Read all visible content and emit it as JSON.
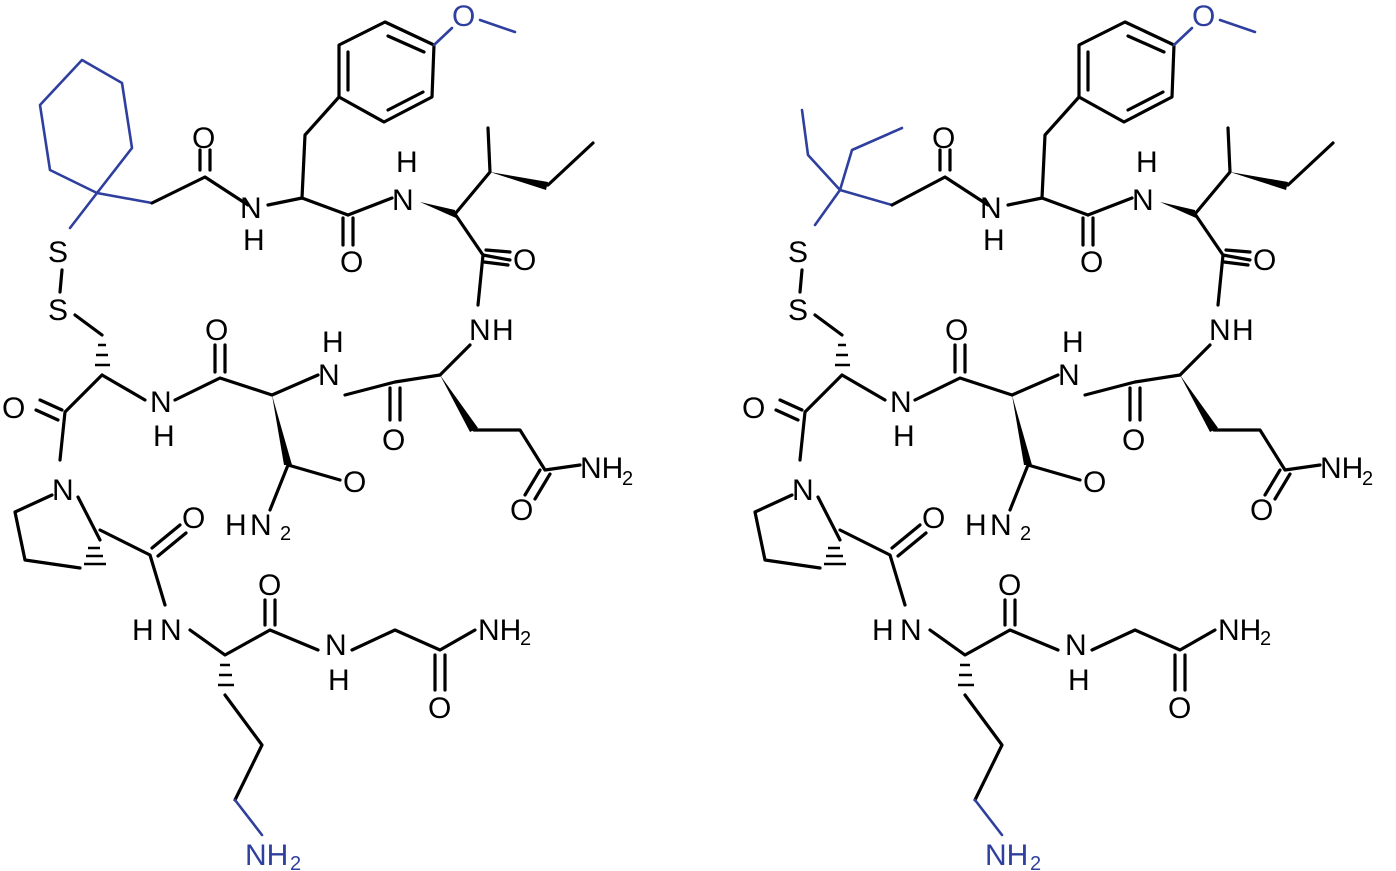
{
  "diagram": {
    "structures": [
      {
        "name": "cyclohexyl-analog",
        "labels": {
          "o_methyl": "O",
          "carbonyl_1": "O",
          "amide_1_n": "N",
          "amide_1_h": "H",
          "amide_2_n": "N",
          "amide_2_h": "H",
          "carbonyl_2": "O",
          "s1": "S",
          "s2": "S",
          "carbonyl_3": "O",
          "amide_3_n": "N",
          "amide_3_h": "H",
          "carbonyl_4": "O",
          "carbonyl_5": "O",
          "amide_4_n": "N",
          "amide_4_h": "H",
          "amide_5_n": "N",
          "amide_5_h": "H",
          "amide_6_n": "N",
          "amide_6_h": "H",
          "carbonyl_6": "O",
          "carbonyl_7": "O",
          "side_amide_o": "O",
          "side_amide_nh2": "NH",
          "side_amide_o2": "O",
          "h2n_label": "H",
          "h2n_n": "N",
          "nh2_sub": "2",
          "pro_n": "N",
          "carbonyl_8": "O",
          "amide_7_n": "N",
          "amide_7_h": "H",
          "carbonyl_9": "O",
          "amide_8_n": "N",
          "amide_8_h": "H",
          "terminal_nh2": "NH",
          "terminal_o": "O",
          "amine_nh2": "NH"
        }
      },
      {
        "name": "diethyl-analog",
        "labels": {
          "o_methyl": "O",
          "s1": "S",
          "s2": "S",
          "pro_n": "N",
          "amine_nh2": "NH"
        }
      }
    ],
    "sub2": "2"
  }
}
